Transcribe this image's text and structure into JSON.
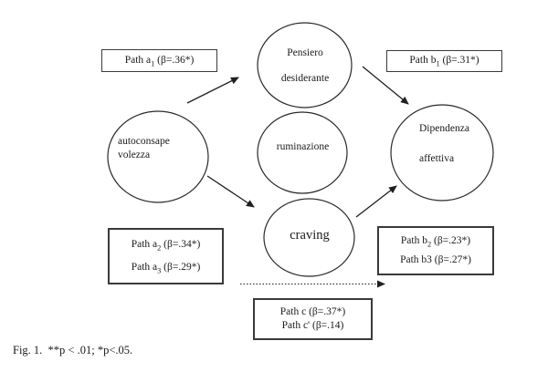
{
  "figure": {
    "caption": "Fig. 1.  **p < .01; *p<.05."
  },
  "nodes": {
    "autoconsapevolezza": {
      "line1": "autoconsape",
      "line2": "volezza"
    },
    "pensiero": {
      "line1": "Pensiero",
      "line2": "desiderante"
    },
    "ruminazione": {
      "label": "ruminazione"
    },
    "craving": {
      "label": "craving"
    },
    "dipendenza": {
      "line1": "Dipendenza",
      "line2": "affettiva"
    }
  },
  "paths": {
    "a1": {
      "pre": "Path a",
      "sub": "1",
      "post": " (β=.36*)"
    },
    "b1": {
      "pre": "Path b",
      "sub": "1",
      "post": " (β=.31*)"
    },
    "a2": {
      "pre": "Path a",
      "sub": "2",
      "post": " (β=.34*)"
    },
    "a3": {
      "pre": "Path a",
      "sub": "3",
      "post": " (β=.29*)"
    },
    "b2": {
      "pre": "Path b",
      "sub": "2",
      "post": " (β=.23*)"
    },
    "b3": {
      "pre": "Path b3",
      "sub": "",
      "post": " (β=.27*)"
    },
    "c": {
      "pre": "Path c",
      "sub": "",
      "post": " (β=.37*)"
    },
    "c_prime": {
      "pre": "Path c'",
      "sub": "",
      "post": " (β=.14)"
    }
  },
  "style": {
    "line_color": "#1f1f1f",
    "background": "#ffffff"
  }
}
